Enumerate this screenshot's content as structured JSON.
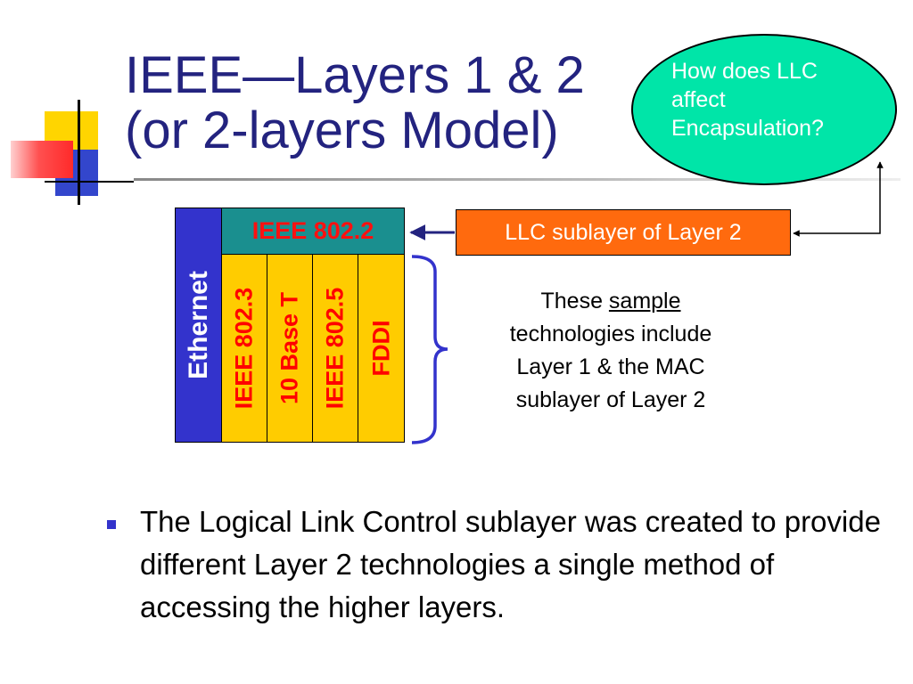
{
  "slide": {
    "title_line1": "IEEE—Layers 1 & 2",
    "title_line2": "(or 2-layers Model)",
    "callout": {
      "line1": "How does LLC",
      "line2": "affect",
      "line3": "Encapsulation?"
    },
    "diagram": {
      "ethernet_label": "Ethernet",
      "llc_standard": "IEEE 802.2",
      "technologies": [
        "IEEE 802.3",
        "10 Base T",
        "IEEE 802.5",
        "FDDI"
      ],
      "llc_box_label": "LLC sublayer of Layer 2"
    },
    "description": {
      "prefix": "These ",
      "underlined": "sample",
      "line2": "technologies include",
      "line3": "Layer 1 & the MAC",
      "line4": "sublayer of Layer 2"
    },
    "bullets": [
      "The Logical Link Control sublayer was created to provide different Layer 2 technologies a single method of accessing the higher layers."
    ]
  },
  "colors": {
    "title": "#23237f",
    "callout_fill": "#00e5a8",
    "ethernet_fill": "#3333cc",
    "llc_standard_fill": "#1a8f8f",
    "technology_fill": "#ffcc00",
    "technology_text": "#ff0000",
    "llc_box_fill": "#ff6a0e",
    "bracket": "#3333cc"
  }
}
